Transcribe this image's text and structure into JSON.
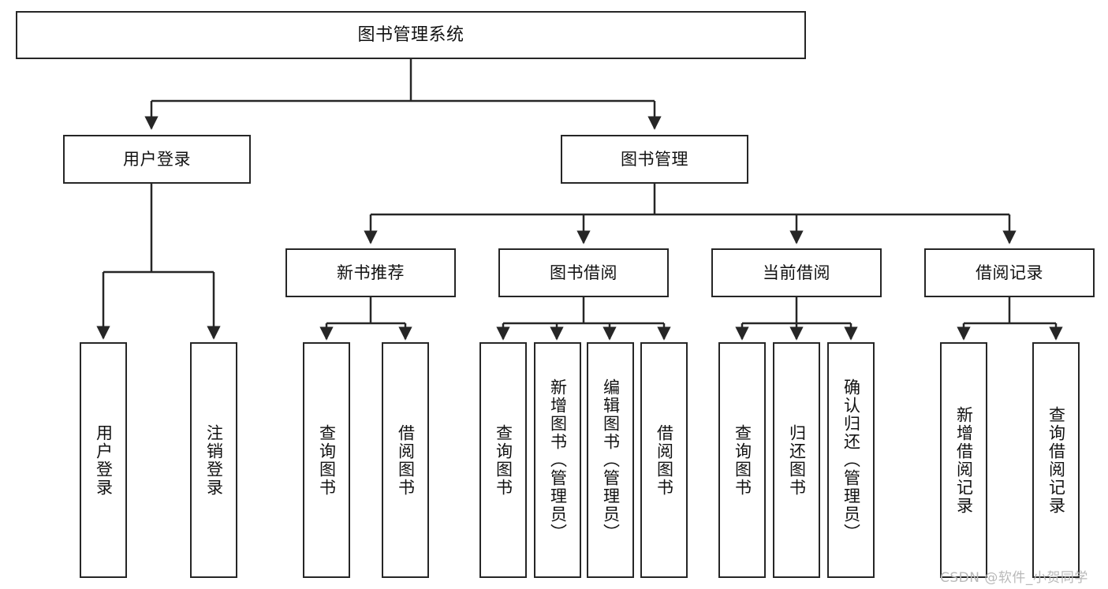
{
  "diagram": {
    "type": "tree-hierarchy",
    "title": "图书管理系统",
    "watermark": "CSDN @软件_小贺同学",
    "colors": {
      "stroke": "#262626",
      "fill": "#ffffff",
      "text": "#111111",
      "watermark": "#b9b9b9"
    },
    "levels": {
      "root": {
        "label": "图书管理系统"
      },
      "level2": [
        {
          "label": "用户登录"
        },
        {
          "label": "图书管理"
        }
      ],
      "level3": [
        {
          "label": "新书推荐"
        },
        {
          "label": "图书借阅"
        },
        {
          "label": "当前借阅"
        },
        {
          "label": "借阅记录"
        }
      ]
    },
    "leaves": {
      "user_login": [
        {
          "label": "用户登录"
        },
        {
          "label": "注销登录"
        }
      ],
      "new_book_recommend": [
        {
          "label": "查询图书"
        },
        {
          "label": "借阅图书"
        }
      ],
      "book_borrow": [
        {
          "label": "查询图书"
        },
        {
          "label": "新增图书（管理员）"
        },
        {
          "label": "编辑图书（管理员）"
        },
        {
          "label": "借阅图书"
        }
      ],
      "current_borrow": [
        {
          "label": "查询图书"
        },
        {
          "label": "归还图书"
        },
        {
          "label": "确认归还（管理员）"
        }
      ],
      "borrow_record": [
        {
          "label": "新增借阅记录"
        },
        {
          "label": "查询借阅记录"
        }
      ]
    }
  }
}
